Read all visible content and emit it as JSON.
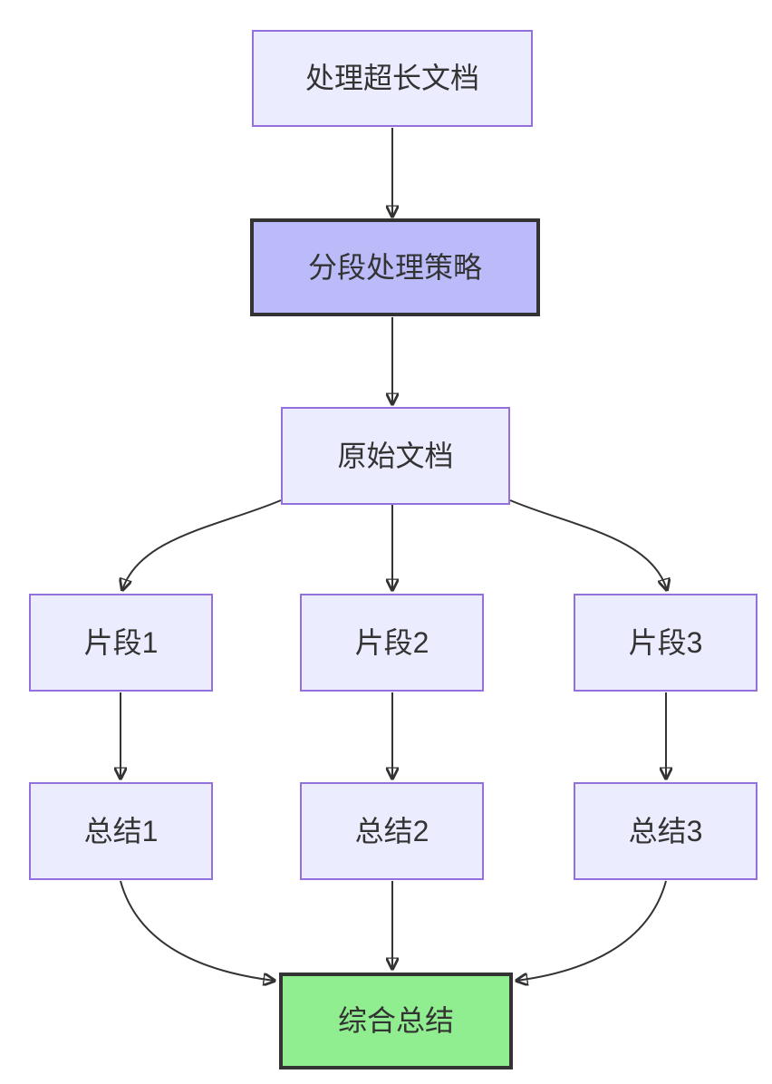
{
  "diagram": {
    "type": "flowchart",
    "direction": "top-down",
    "background": "#ffffff",
    "colors": {
      "node_fill": "#ECECFF",
      "node_border": "#9370DB",
      "highlight_fill": "#BBBBFA",
      "highlight_border": "#333333",
      "success_fill": "#90EE90",
      "success_border": "#333333",
      "edge": "#333333",
      "text": "#333333"
    },
    "nodes": [
      {
        "id": "A",
        "label": "处理超长文档",
        "style": "default"
      },
      {
        "id": "B",
        "label": "分段处理策略",
        "style": "highlight"
      },
      {
        "id": "C",
        "label": "原始文档",
        "style": "default"
      },
      {
        "id": "D1",
        "label": "片段1",
        "style": "default"
      },
      {
        "id": "D2",
        "label": "片段2",
        "style": "default"
      },
      {
        "id": "D3",
        "label": "片段3",
        "style": "default"
      },
      {
        "id": "E1",
        "label": "总结1",
        "style": "default"
      },
      {
        "id": "E2",
        "label": "总结2",
        "style": "default"
      },
      {
        "id": "E3",
        "label": "总结3",
        "style": "default"
      },
      {
        "id": "F",
        "label": "综合总结",
        "style": "success"
      }
    ],
    "edges": [
      {
        "from": "A",
        "to": "B"
      },
      {
        "from": "B",
        "to": "C"
      },
      {
        "from": "C",
        "to": "D1"
      },
      {
        "from": "C",
        "to": "D2"
      },
      {
        "from": "C",
        "to": "D3"
      },
      {
        "from": "D1",
        "to": "E1"
      },
      {
        "from": "D2",
        "to": "E2"
      },
      {
        "from": "D3",
        "to": "E3"
      },
      {
        "from": "E1",
        "to": "F"
      },
      {
        "from": "E2",
        "to": "F"
      },
      {
        "from": "E3",
        "to": "F"
      }
    ]
  }
}
